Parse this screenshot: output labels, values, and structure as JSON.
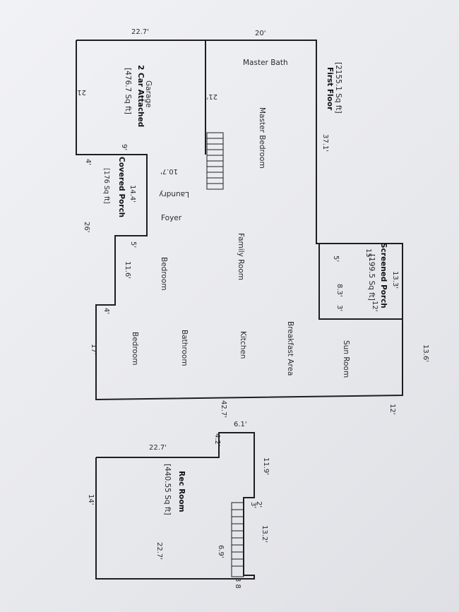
{
  "first_floor": {
    "title": "First Floor",
    "area": "[2155.1 Sq ft]"
  },
  "garage": {
    "title": "2 Car Attached",
    "subtitle": "Garage",
    "area": "[476.7 Sq ft]"
  },
  "covered_porch": {
    "title": "Covered Porch",
    "area": "[176 Sq ft]"
  },
  "screened_porch": {
    "title": "Screened Porch",
    "area": "[199.5 Sq ft]"
  },
  "rec_room": {
    "title": "Rec Room",
    "area": "[440.55 Sq ft]"
  },
  "rooms": {
    "master_bath": "Master Bath",
    "master_bedroom": "Master Bedroom",
    "laundry": "Laundry",
    "foyer": "Foyer",
    "family_room": "Family Room",
    "bedroom_1": "Bedroom",
    "bedroom_2": "Bedroom",
    "kitchen": "Kitchen",
    "bathroom": "Bathroom",
    "breakfast_area": "Breakfast Area",
    "sun_room": "Sun Room"
  },
  "dimensions": {
    "top_left": "22.7'",
    "top_mid": "20'",
    "left": "21'",
    "garage_inner": "21'",
    "right_upper": "37.1'",
    "screened_top": "13.3'",
    "screened_15": "15'",
    "screened_5": "5'",
    "screened_83": "8.3'",
    "screened_3": "3'",
    "screened_12": "12'",
    "right_136": "13.6'",
    "bottom_12": "12'",
    "bottom_427": "42.7'",
    "bottom_17": "17'",
    "left_26": "26'",
    "left_4": "4'",
    "porch_144": "14.4'",
    "porch_107": "10.7'",
    "porch_9": "9'",
    "porch_5": "5'",
    "porch_116": "11.6'",
    "porch_4": "4'",
    "rec_61": "6.1'",
    "rec_42": "4.2'",
    "rec_227_top": "22.7'",
    "rec_119": "11.9'",
    "rec_2": "2'",
    "rec_3": "3'",
    "rec_14": "14'",
    "rec_132": "13.2'",
    "rec_227_bottom": "22.7'",
    "rec_69": "6.9'",
    "rec_38": "3 8"
  }
}
